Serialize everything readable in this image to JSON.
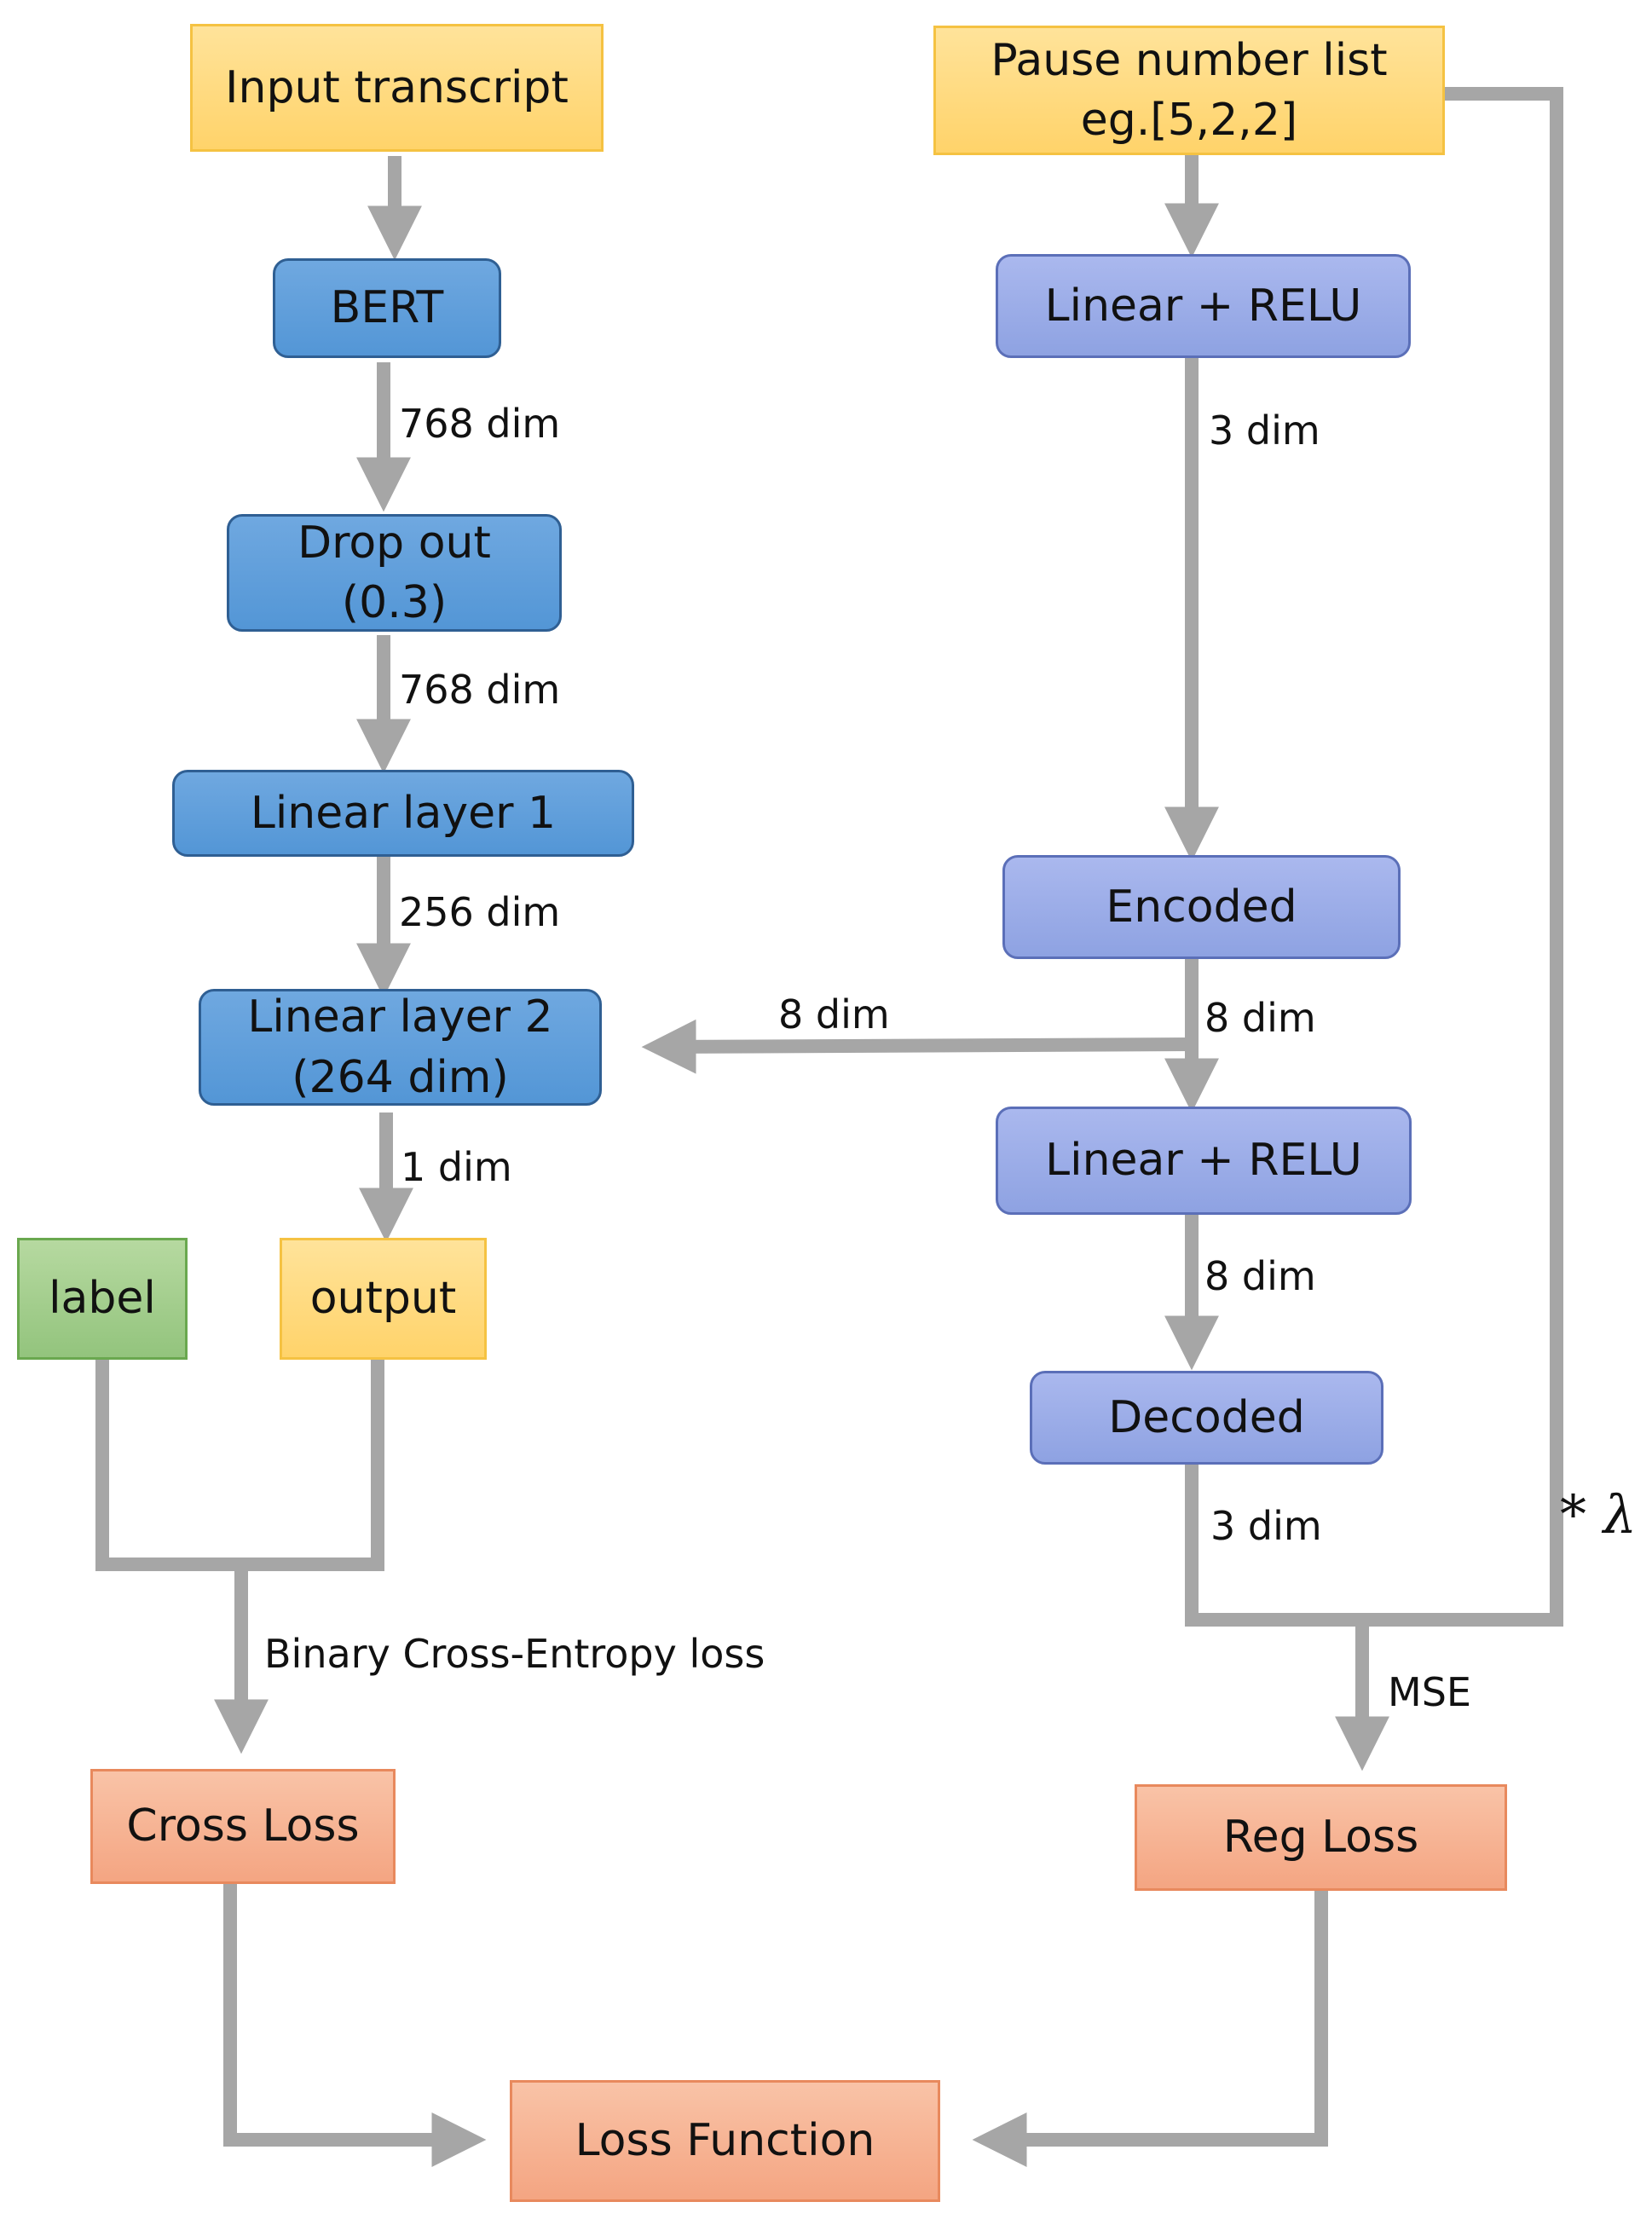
{
  "nodes": {
    "input_transcript": "Input transcript",
    "pause_list": "Pause number list\neg.[5,2,2]",
    "bert": "BERT",
    "linear_relu_1": "Linear + RELU",
    "dropout": "Drop out\n(0.3)",
    "linear_layer_1": "Linear layer 1",
    "encoded": "Encoded",
    "linear_layer_2": "Linear layer 2\n(264 dim)",
    "linear_relu_2": "Linear + RELU",
    "label": "label",
    "output": "output",
    "decoded": "Decoded",
    "cross_loss": "Cross Loss",
    "reg_loss": "Reg Loss",
    "loss_function": "Loss Function"
  },
  "edge_labels": {
    "bert_to_dropout": "768 dim",
    "dropout_to_linear1": "768 dim",
    "linear1_to_linear2": "256 dim",
    "linear2_to_output": "1 dim",
    "relu1_to_encoded": "3 dim",
    "encoded_to_linear2": "8 dim",
    "encoded_to_relu2": "8 dim",
    "relu2_to_decoded": "8 dim",
    "decoded_to_mse": "3 dim",
    "bce": "Binary Cross-Entropy loss",
    "mse": "MSE",
    "lambda": "* λ"
  },
  "colors": {
    "arrow": "#a6a6a6",
    "input": "#ffd966",
    "blue": "#5b9bd5",
    "purple": "#8fa2e0",
    "green": "#93c47d",
    "loss": "#f4b183"
  }
}
